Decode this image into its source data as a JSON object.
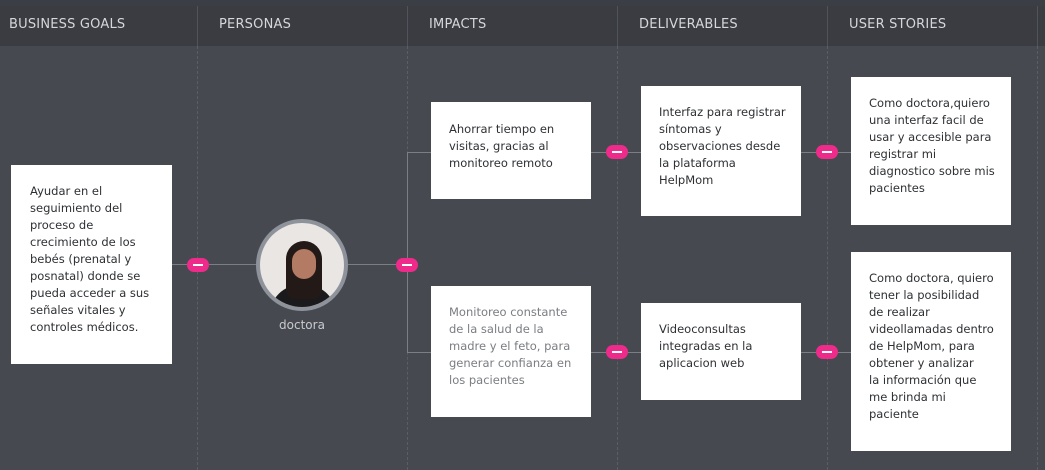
{
  "columns": {
    "business_goals": "BUSINESS GOALS",
    "personas": "PERSONAS",
    "impacts": "IMPACTS",
    "deliverables": "DELIVERABLES",
    "user_stories": "USER STORIES"
  },
  "goal": {
    "text": "Ayudar en el\n seguimiento del\nproceso de\ncrecimiento de los\nbebés (prenatal y\nposnatal) donde se\npueda acceder a sus\nseñales vitales y\ncontroles médicos."
  },
  "persona": {
    "label": "doctora",
    "avatar_icon": "doctor-photo-avatar"
  },
  "impacts": [
    {
      "text": "Ahorrar tiempo en\nvisitas, gracias al\nmonitoreo remoto"
    },
    {
      "text": "Monitoreo constante\nde la salud de la\nmadre  y el feto, para\ngenerar confianza en\nlos pacientes"
    }
  ],
  "deliverables": [
    {
      "text": "Interfaz para registrar\nsíntomas y\nobservaciones desde\nla plataforma\nHelpMom"
    },
    {
      "text": "Videoconsultas\nintegradas en la\naplicacion web"
    }
  ],
  "user_stories": [
    {
      "text": "Como doctora,quiero\nuna interfaz facil de\nusar y accesible para\nregistrar  mi\ndiagnostico sobre mis\npacientes"
    },
    {
      "text": "Como doctora, quiero\ntener la posibilidad\nde realizar\nvideollamadas dentro\nde HelpMom, para\n obtener y  analizar\n la información que\nme brinda mi\npaciente"
    }
  ],
  "colors": {
    "background": "#464950",
    "header": "#3a3c42",
    "card": "#ffffff",
    "connector": "#7b7e85",
    "node": "#ee2a8a"
  }
}
